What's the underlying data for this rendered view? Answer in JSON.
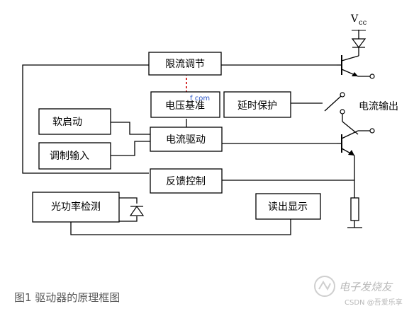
{
  "blocks": {
    "current_limit": "限流调节",
    "voltage_ref": "电压基准",
    "delay_protect": "延时保护",
    "soft_start": "软启动",
    "current_drive": "电流驱动",
    "mod_input": "调制输入",
    "feedback": "反馈控制",
    "optical_power": "光功率检测",
    "readout": "读出显示"
  },
  "labels": {
    "vcc_main": "V",
    "vcc_sub": "cc",
    "current_output": "电流输出",
    "overlay_mark": "f com"
  },
  "caption": "图1 驱动器的原理框图",
  "watermark": {
    "line1": "电子发烧友",
    "line2": "CSDN @吾爱乐享"
  },
  "icons": [
    "npn-transistor-icon",
    "diode-icon",
    "photodiode-icon",
    "resistor-icon",
    "ground-icon",
    "switch-icon",
    "terminal-icon"
  ]
}
